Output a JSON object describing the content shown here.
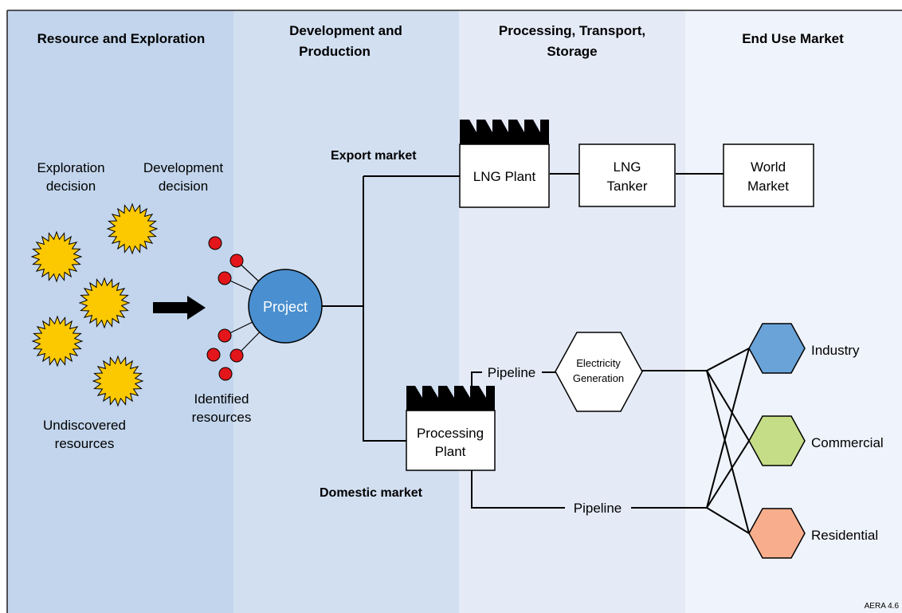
{
  "colors": {
    "col1_bg": "#c2d5ec",
    "col2_bg": "#d2dff1",
    "col3_bg": "#e4eaf6",
    "col4_bg": "#eff3fb",
    "starburst": "#fcc800",
    "resource_dot": "#e3161b",
    "project": "#4a8fcf",
    "industry": "#6aa3d8",
    "commercial": "#c5dd86",
    "residential": "#f8ae8c"
  },
  "columns": {
    "col1": "Resource and Exploration",
    "col2_line1": "Development and",
    "col2_line2": "Production",
    "col3_line1": "Processing, Transport,",
    "col3_line2": "Storage",
    "col4": "End Use Market"
  },
  "labels": {
    "exploration_line1": "Exploration",
    "exploration_line2": "decision",
    "development_line1": "Development",
    "development_line2": "decision",
    "undiscovered_line1": "Undiscovered",
    "undiscovered_line2": "resources",
    "identified_line1": "Identified",
    "identified_line2": "resources",
    "project": "Project",
    "export_market": "Export market",
    "domestic_market": "Domestic market",
    "lng_plant": "LNG Plant",
    "lng_tanker_line1": "LNG",
    "lng_tanker_line2": "Tanker",
    "world_market_line1": "World",
    "world_market_line2": "Market",
    "processing_line1": "Processing",
    "processing_line2": "Plant",
    "pipeline_upper": "Pipeline",
    "pipeline_lower": "Pipeline",
    "electricity_line1": "Electricity",
    "electricity_line2": "Generation",
    "industry": "Industry",
    "commercial": "Commercial",
    "residential": "Residential",
    "figure_id": "AERA 4.6"
  },
  "icons": [
    "starburst-icon",
    "resource-dot-icon",
    "factory-icon",
    "arrow-icon"
  ]
}
